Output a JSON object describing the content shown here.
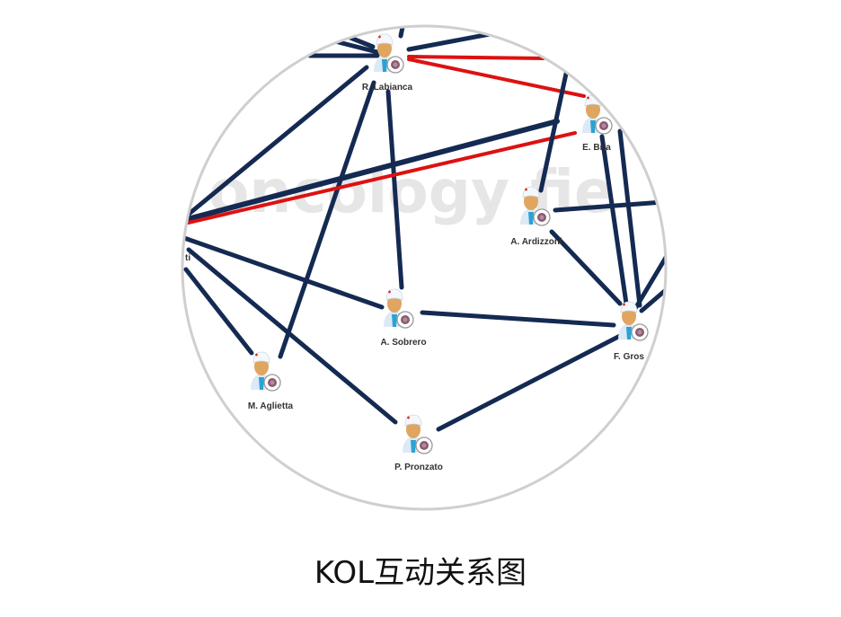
{
  "watermark": "oncology fie",
  "nodes": {
    "labianca": "R. Labianca",
    "bria": "E. Bria",
    "ardizzoni": "A. Ardizzoni",
    "sobrero": "A. Sobrero",
    "gros": "F. Gros",
    "aglietta": "M. Aglietta",
    "pronzato": "P. Pronzato",
    "left_partial": "ti"
  },
  "colors": {
    "link": "#142a52",
    "highlight_link": "#dd1111"
  },
  "caption": "KOL互动关系图"
}
